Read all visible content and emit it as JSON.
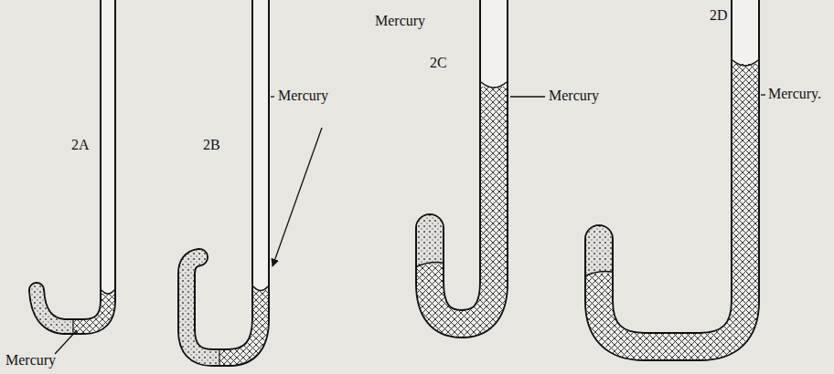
{
  "diagram": {
    "labels": [
      "2A",
      "2B",
      "Mercury",
      "Mercury",
      "Mercury",
      "2C",
      "Mercury",
      "2D",
      "Mercury."
    ]
  }
}
